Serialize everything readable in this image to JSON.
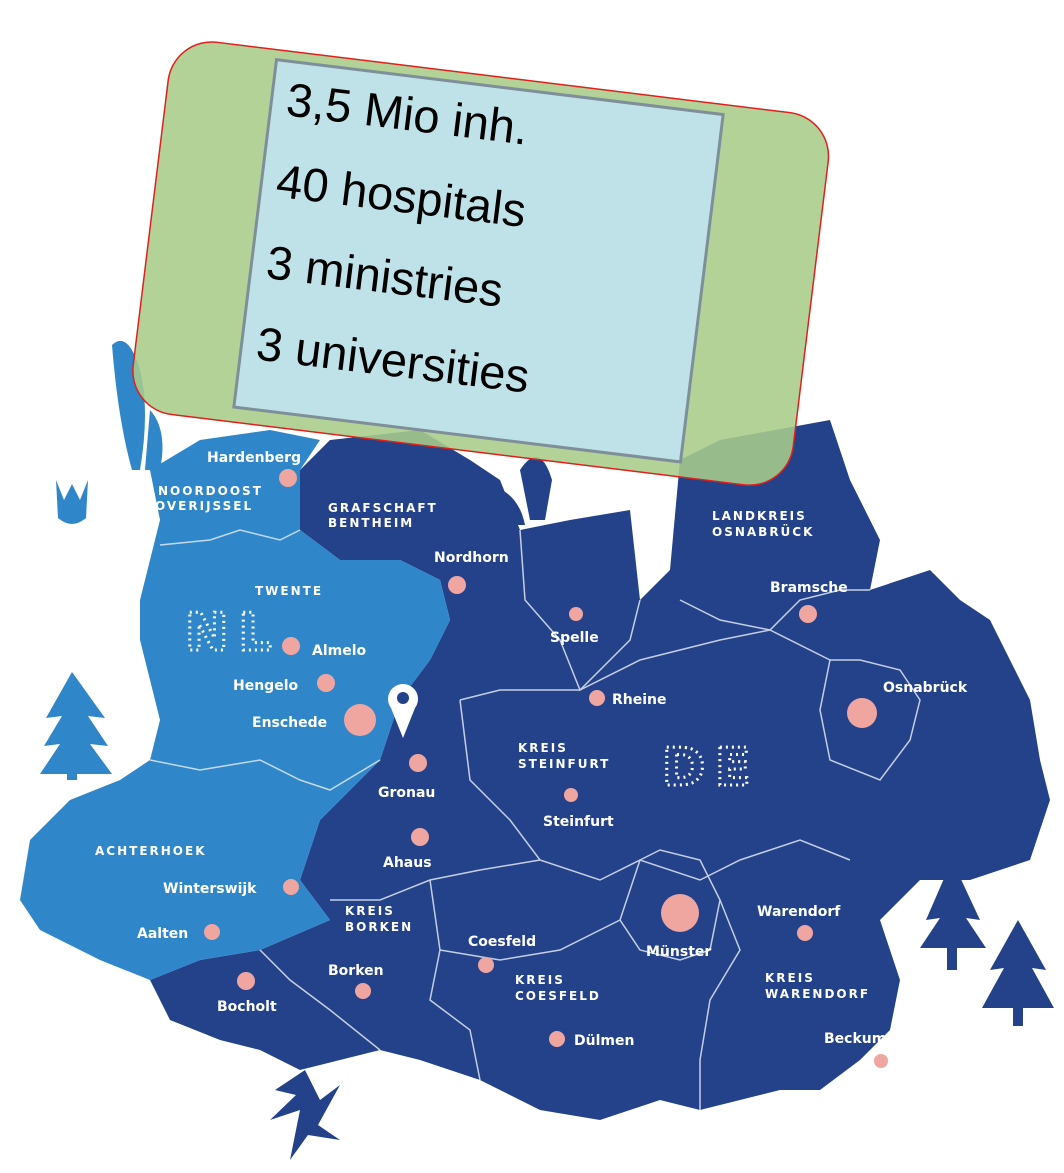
{
  "callout": {
    "lines": [
      "3,5 Mio inh.",
      "40 hospitals",
      "3 ministries",
      "3 universities"
    ]
  },
  "map": {
    "countries": {
      "nl": "NL",
      "de": "DE"
    },
    "regions": {
      "noordoost_line1": "NOORDOOST",
      "noordoost_line2": "OVERIJSSEL",
      "grafschaft_line1": "GRAFSCHAFT",
      "grafschaft_line2": "BENTHEIM",
      "twente": "TWENTE",
      "landkreis_line1": "LANDKREIS",
      "landkreis_line2": "OSNABRÜCK",
      "steinfurt_line1": "KREIS",
      "steinfurt_line2": "STEINFURT",
      "achterhoek": "ACHTERHOEK",
      "borken_line1": "KREIS",
      "borken_line2": "BORKEN",
      "coesfeld_line1": "KREIS",
      "coesfeld_line2": "COESFELD",
      "warendorf_line1": "KREIS",
      "warendorf_line2": "WARENDORF"
    },
    "cities": {
      "hardenberg": "Hardenberg",
      "nordhorn": "Nordhorn",
      "bramsche": "Bramsche",
      "spelle": "Spelle",
      "almelo": "Almelo",
      "hengelo": "Hengelo",
      "enschede": "Enschede",
      "rheine": "Rheine",
      "osnabrueck": "Osnabrück",
      "gronau": "Gronau",
      "steinfurt": "Steinfurt",
      "ahaus": "Ahaus",
      "winterswijk": "Winterswijk",
      "aalten": "Aalten",
      "warendorf": "Warendorf",
      "coesfeld": "Coesfeld",
      "muenster": "Münster",
      "borken": "Borken",
      "bocholt": "Bocholt",
      "duelmen": "Dülmen",
      "beckum": "Beckum"
    }
  },
  "colors": {
    "nl_region": "#2f86c8",
    "de_region": "#23428a",
    "city_dot": "#f0a6a0",
    "callout_fill": "#a7cc8a",
    "callout_border": "#e0201c",
    "callout_inner": "#bfe2e8"
  }
}
